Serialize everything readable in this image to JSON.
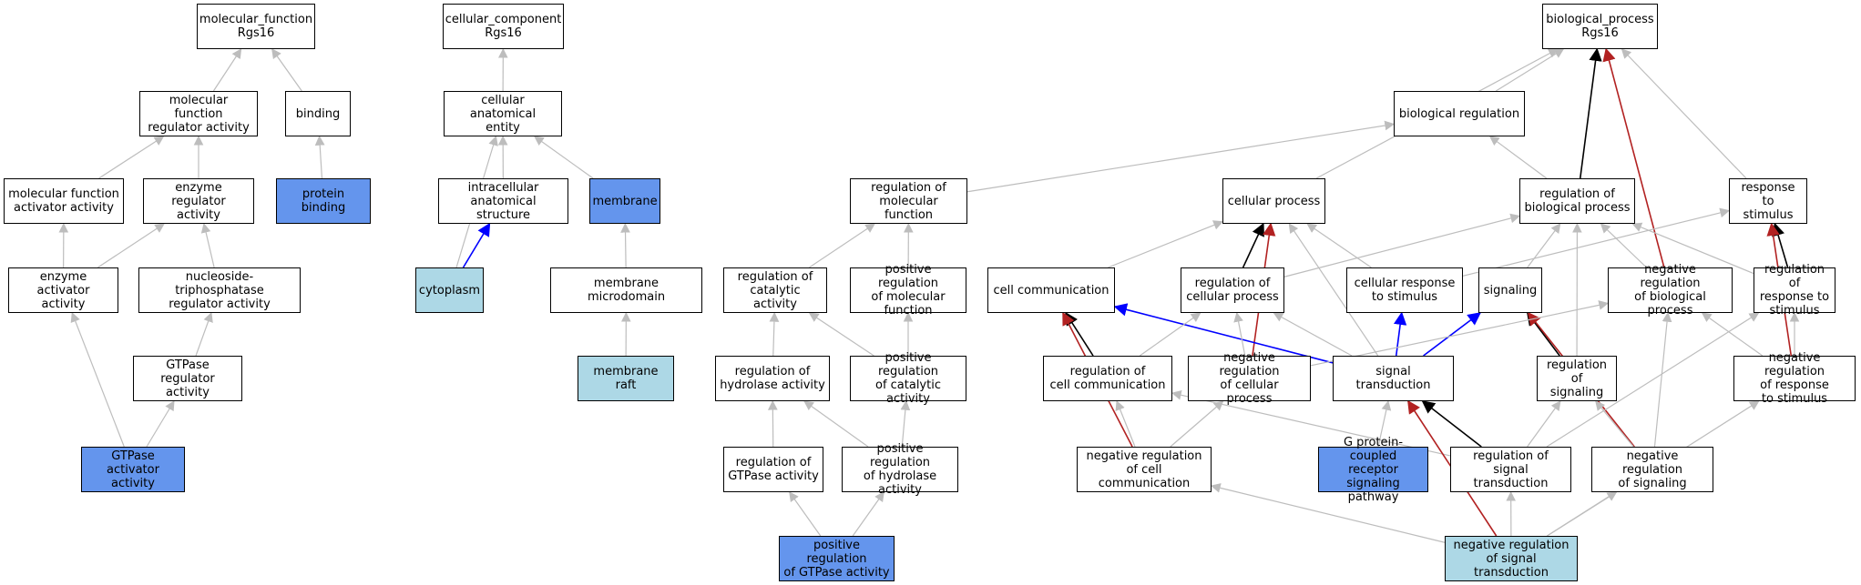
{
  "colors": {
    "gray": "#bdbdbd",
    "black": "#000000",
    "blue": "#0000ff",
    "red": "#b22222",
    "node_blue": "#6495ed",
    "node_light": "#add8e6"
  },
  "nodes": {
    "mf": "molecular_function\nRgs16",
    "mf_reg": "molecular function\nregulator activity",
    "binding": "binding",
    "mf_act": "molecular function\nactivator activity",
    "enz_reg": "enzyme regulator\nactivity",
    "prot_bind": "protein binding",
    "enz_act": "enzyme activator\nactivity",
    "ntp_reg": "nucleoside-triphosphatase\nregulator activity",
    "gtp_reg": "GTPase regulator\nactivity",
    "gtp_act": "GTPase activator\nactivity",
    "cc": "cellular_component\nRgs16",
    "cae": "cellular anatomical\nentity",
    "ias": "intracellular\nanatomical structure",
    "membrane": "membrane",
    "cytoplasm": "cytoplasm",
    "mem_micro": "membrane microdomain",
    "mem_raft": "membrane raft",
    "reg_mol": "regulation of\nmolecular function",
    "reg_cat": "regulation of\ncatalytic activity",
    "pos_reg_mol": "positive regulation\nof molecular\nfunction",
    "reg_hyd": "regulation of\nhydrolase activity",
    "pos_reg_cat": "positive regulation\nof catalytic\nactivity",
    "reg_gtp": "regulation of\nGTPase activity",
    "pos_reg_hyd": "positive regulation\nof hydrolase\nactivity",
    "pos_reg_gtp": "positive regulation\nof GTPase activity",
    "bp": "biological_process\nRgs16",
    "bio_reg": "biological regulation",
    "cell_proc": "cellular process",
    "reg_bio": "regulation of\nbiological process",
    "resp_stim": "response to\nstimulus",
    "cell_comm": "cell communication",
    "reg_cell_proc": "regulation of\ncellular process",
    "cell_resp": "cellular response\nto stimulus",
    "signaling": "signaling",
    "neg_reg_bio": "negative regulation\nof biological\nprocess",
    "reg_resp": "regulation of\nresponse to\nstimulus",
    "reg_cell_comm": "regulation of\ncell communication",
    "neg_reg_cell_proc": "negative regulation\nof cellular\nprocess",
    "sig_trans": "signal transduction",
    "reg_sig": "regulation of\nsignaling",
    "neg_reg_resp": "negative regulation\nof response\nto stimulus",
    "neg_reg_cell_comm": "negative regulation\nof cell communication",
    "gpcr": "G protein-coupled\nreceptor signaling\npathway",
    "reg_sig_trans": "regulation of\nsignal transduction",
    "neg_reg_sig": "negative regulation\nof signaling",
    "neg_reg_sig_trans": "negative regulation\nof signal transduction"
  },
  "edges": [
    [
      "mf_reg",
      "mf",
      "gray"
    ],
    [
      "binding",
      "mf",
      "gray"
    ],
    [
      "mf_act",
      "mf_reg",
      "gray"
    ],
    [
      "enz_reg",
      "mf_reg",
      "gray"
    ],
    [
      "prot_bind",
      "binding",
      "gray"
    ],
    [
      "enz_act",
      "mf_act",
      "gray"
    ],
    [
      "enz_act",
      "enz_reg",
      "gray"
    ],
    [
      "ntp_reg",
      "enz_reg",
      "gray"
    ],
    [
      "gtp_reg",
      "ntp_reg",
      "gray"
    ],
    [
      "gtp_act",
      "enz_act",
      "gray"
    ],
    [
      "gtp_act",
      "gtp_reg",
      "gray"
    ],
    [
      "cae",
      "cc",
      "gray"
    ],
    [
      "ias",
      "cae",
      "gray"
    ],
    [
      "membrane",
      "cae",
      "gray"
    ],
    [
      "cytoplasm",
      "cae",
      "gray"
    ],
    [
      "cytoplasm",
      "ias",
      "blue"
    ],
    [
      "mem_micro",
      "membrane",
      "gray"
    ],
    [
      "mem_raft",
      "mem_micro",
      "gray"
    ],
    [
      "reg_mol",
      "bio_reg",
      "gray"
    ],
    [
      "reg_cat",
      "reg_mol",
      "gray"
    ],
    [
      "pos_reg_mol",
      "reg_mol",
      "gray"
    ],
    [
      "reg_hyd",
      "reg_cat",
      "gray"
    ],
    [
      "pos_reg_cat",
      "reg_cat",
      "gray"
    ],
    [
      "pos_reg_cat",
      "pos_reg_mol",
      "gray"
    ],
    [
      "reg_gtp",
      "reg_hyd",
      "gray"
    ],
    [
      "pos_reg_hyd",
      "reg_hyd",
      "gray"
    ],
    [
      "pos_reg_hyd",
      "pos_reg_cat",
      "gray"
    ],
    [
      "pos_reg_gtp",
      "reg_gtp",
      "gray"
    ],
    [
      "pos_reg_gtp",
      "pos_reg_hyd",
      "gray"
    ],
    [
      "bio_reg",
      "bp",
      "gray"
    ],
    [
      "cell_proc",
      "bp",
      "gray"
    ],
    [
      "reg_bio",
      "bp",
      "black"
    ],
    [
      "resp_stim",
      "bp",
      "gray"
    ],
    [
      "neg_reg_bio",
      "bp",
      "red"
    ],
    [
      "reg_bio",
      "bio_reg",
      "gray"
    ],
    [
      "cell_comm",
      "cell_proc",
      "gray"
    ],
    [
      "reg_cell_proc",
      "cell_proc",
      "black"
    ],
    [
      "cell_resp",
      "cell_proc",
      "gray"
    ],
    [
      "sig_trans",
      "cell_proc",
      "gray"
    ],
    [
      "neg_reg_cell_proc",
      "cell_proc",
      "red"
    ],
    [
      "reg_cell_proc",
      "reg_bio",
      "gray"
    ],
    [
      "signaling",
      "reg_bio",
      "gray"
    ],
    [
      "neg_reg_bio",
      "reg_bio",
      "gray"
    ],
    [
      "reg_resp",
      "reg_bio",
      "gray"
    ],
    [
      "reg_sig",
      "reg_bio",
      "gray"
    ],
    [
      "cell_resp",
      "resp_stim",
      "gray"
    ],
    [
      "reg_resp",
      "resp_stim",
      "black"
    ],
    [
      "neg_reg_resp",
      "resp_stim",
      "red"
    ],
    [
      "reg_cell_comm",
      "cell_comm",
      "black"
    ],
    [
      "sig_trans",
      "cell_comm",
      "blue"
    ],
    [
      "neg_reg_cell_comm",
      "cell_comm",
      "red"
    ],
    [
      "reg_cell_comm",
      "reg_cell_proc",
      "gray"
    ],
    [
      "neg_reg_cell_proc",
      "reg_cell_proc",
      "gray"
    ],
    [
      "sig_trans",
      "reg_cell_proc",
      "gray"
    ],
    [
      "sig_trans",
      "cell_resp",
      "blue"
    ],
    [
      "sig_trans",
      "signaling",
      "blue"
    ],
    [
      "reg_sig",
      "signaling",
      "black"
    ],
    [
      "neg_reg_sig",
      "signaling",
      "red"
    ],
    [
      "neg_reg_cell_proc",
      "neg_reg_bio",
      "gray"
    ],
    [
      "neg_reg_resp",
      "neg_reg_bio",
      "gray"
    ],
    [
      "neg_reg_sig",
      "neg_reg_bio",
      "gray"
    ],
    [
      "neg_reg_resp",
      "reg_resp",
      "gray"
    ],
    [
      "reg_sig_trans",
      "reg_resp",
      "gray"
    ],
    [
      "reg_sig_trans",
      "reg_cell_comm",
      "gray"
    ],
    [
      "neg_reg_cell_comm",
      "reg_cell_comm",
      "gray"
    ],
    [
      "neg_reg_cell_comm",
      "neg_reg_cell_proc",
      "gray"
    ],
    [
      "gpcr",
      "sig_trans",
      "gray"
    ],
    [
      "reg_sig_trans",
      "sig_trans",
      "black"
    ],
    [
      "neg_reg_sig_trans",
      "sig_trans",
      "red"
    ],
    [
      "reg_sig_trans",
      "reg_sig",
      "gray"
    ],
    [
      "neg_reg_sig",
      "reg_sig",
      "gray"
    ],
    [
      "neg_reg_sig_trans",
      "neg_reg_resp",
      "gray"
    ],
    [
      "neg_reg_sig_trans",
      "neg_reg_cell_comm",
      "gray"
    ],
    [
      "neg_reg_sig_trans",
      "reg_sig_trans",
      "gray"
    ],
    [
      "neg_reg_sig_trans",
      "neg_reg_sig",
      "gray"
    ]
  ]
}
